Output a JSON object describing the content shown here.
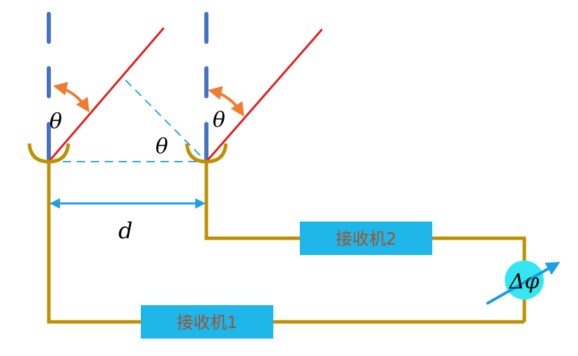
{
  "labels": {
    "theta_left": "θ",
    "theta_right": "θ",
    "theta_mid": "θ",
    "separation": "d",
    "phase_shifter": "Δφ"
  },
  "receivers": {
    "receiver1": "接收机1",
    "receiver2": "接收机2"
  },
  "colors": {
    "background": "#ffffff",
    "antenna_element": "#4472c4",
    "wave_ray": "#e81c1c",
    "angle_arrow": "#ed7d31",
    "construction_line": "#29a8e0",
    "dimension_arrow": "#1ea0e6",
    "wire": "#bf9000",
    "receiver_box": "#1fb6ea",
    "receiver_text": "#a0522d",
    "phase_circle": "#33e6f0",
    "phase_arrow": "#1a9be0",
    "text": "#000000"
  }
}
